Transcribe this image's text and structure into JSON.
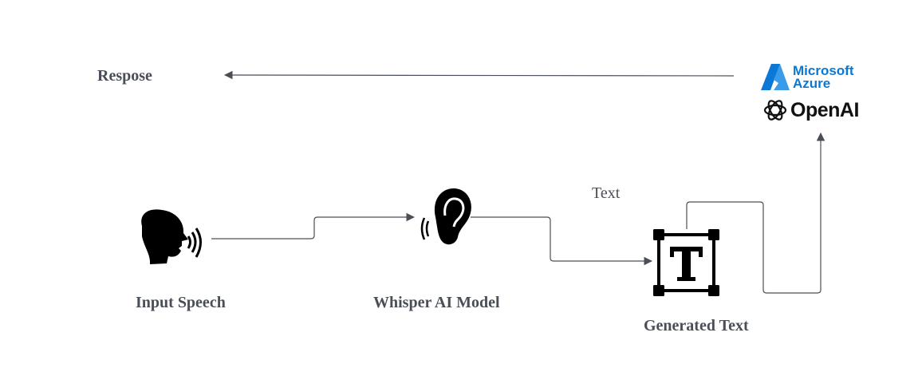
{
  "nodes": {
    "input_speech": {
      "label": "Input Speech",
      "icon": "speaking-head-icon"
    },
    "whisper_model": {
      "label": "Whisper AI Model",
      "icon": "ear-icon"
    },
    "generated_text": {
      "label": "Generated Text",
      "icon": "text-box-icon",
      "glyph": "T"
    },
    "response": {
      "label": "Respose"
    }
  },
  "edge_labels": {
    "text_edge": "Text"
  },
  "brand": {
    "microsoft_line1": "Microsoft",
    "microsoft_line2": "Azure",
    "openai": "OpenAI",
    "azure_color": "#0a78d4"
  },
  "colors": {
    "line": "#4a4f57",
    "label": "#4a4f57"
  }
}
